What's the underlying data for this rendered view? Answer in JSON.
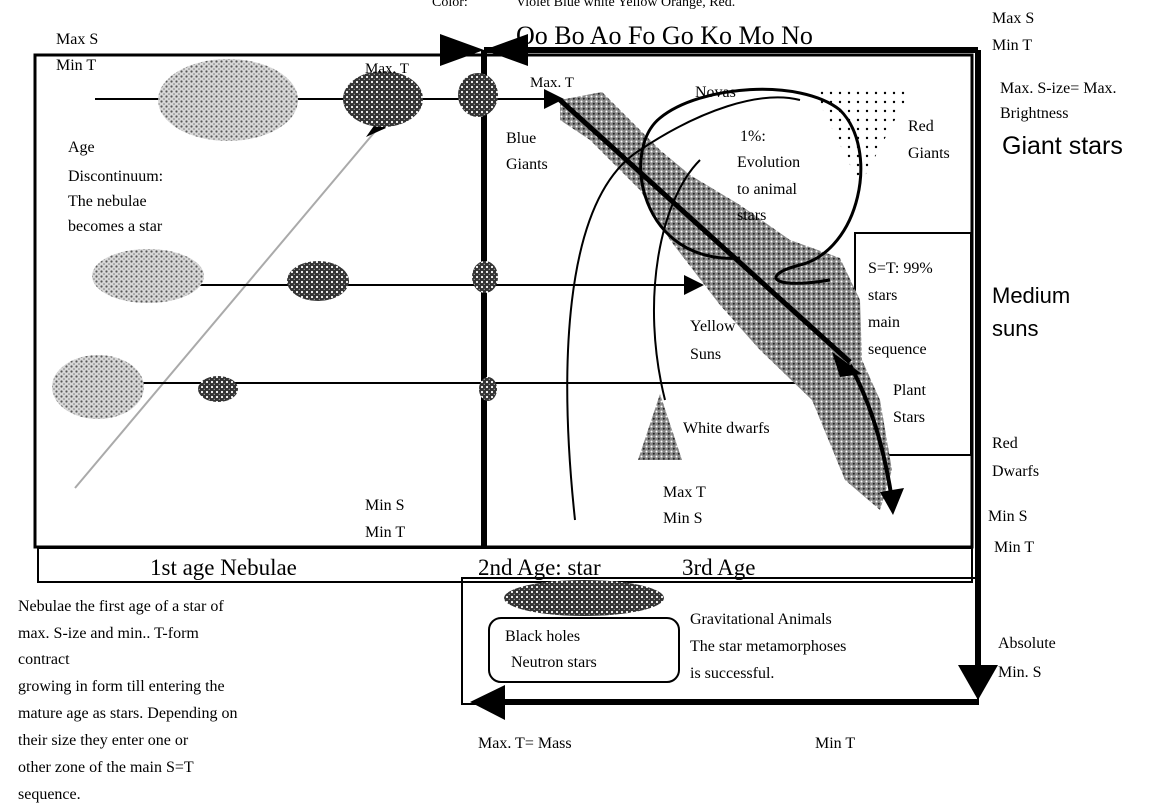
{
  "header": {
    "color_label": "Color:",
    "color_values": "Violet Blue white  Yellow Orange, Red.",
    "spectral_classes": "Oo  Bo  Ao  Fo  Go  Ko  Mo  No"
  },
  "corners": {
    "top_left": [
      "Max S",
      "Min T"
    ],
    "top_right": [
      "Max S",
      "Min T"
    ],
    "max_t_top": "Max. T",
    "max_t_giants": "Max. T",
    "bottom_mid": [
      "Min S",
      "Min T"
    ],
    "bottom_center": [
      "Max T",
      "Min S"
    ],
    "bottom_right": [
      "Min S",
      "Min T"
    ],
    "absolute_min": [
      "Absolute",
      "Min. S"
    ]
  },
  "right_side": {
    "size_brightness": [
      "Max. S-ize= Max.",
      "Brightness"
    ],
    "giant_stars": "Giant stars",
    "medium_suns": [
      "Medium",
      "suns"
    ],
    "red_dwarfs": [
      "Red",
      "Dwarfs"
    ]
  },
  "zones": {
    "age_discontinuum": [
      "Age",
      "Discontinuum:",
      "The nebulae",
      "becomes a star"
    ],
    "blue_giants": [
      "Blue",
      "Giants"
    ],
    "novas": "Novas",
    "evolution": [
      "1%:",
      "Evolution",
      "to animal",
      "stars"
    ],
    "red_giants": [
      "Red",
      "Giants"
    ],
    "main_sequence": [
      "S=T: 99%",
      "stars",
      "main",
      "sequence"
    ],
    "yellow_suns": [
      "Yellow",
      "Suns"
    ],
    "plant_stars": [
      "Plant",
      "Stars"
    ],
    "white_dwarfs": "White dwarfs"
  },
  "ages": {
    "first": "1st age Nebulae",
    "second": "2nd Age: star",
    "third": "3rd Age"
  },
  "lower": {
    "black_holes": [
      "Black holes",
      "Neutron stars"
    ],
    "gravitational": [
      "Gravitational Animals",
      "The star metamorphoses",
      "is successful."
    ],
    "max_t_mass": "Max. T= Mass",
    "min_t": "Min T",
    "nebulae_note": [
      "Nebulae the first age of  a star of",
      "max. S-ize and min.. T-form",
      "contract",
      "growing in form till entering the",
      "mature age as stars. Depending on",
      "their size they enter one or",
      "other zone of the main S=T",
      "sequence."
    ]
  }
}
